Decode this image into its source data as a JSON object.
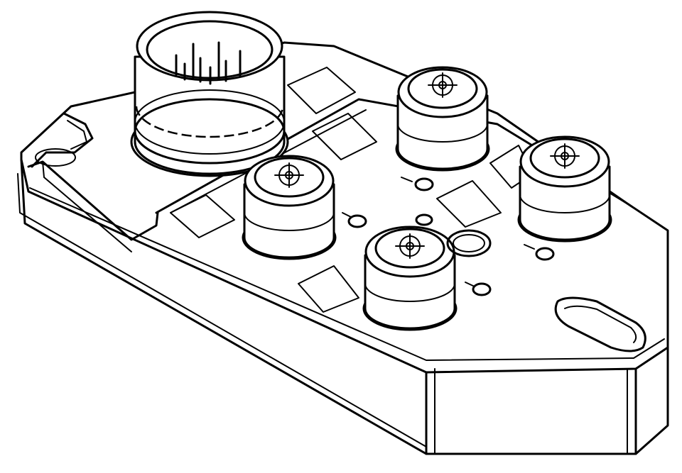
{
  "figure": {
    "subject": "",
    "style": {
      "background": "#ffffff",
      "stroke": "#000000"
    },
    "components": {
      "main_connector": {
        "pin_count": 8,
        "icon": "male-pin-connector-icon"
      },
      "port_connectors": {
        "count": 4,
        "icon": "female-socket-connector-icon"
      },
      "led_indicators": {
        "count": 4,
        "icon": "led-indicator-icon"
      },
      "mounting_holes": {
        "count": 2,
        "icon": "mounting-hole-icon"
      }
    }
  }
}
